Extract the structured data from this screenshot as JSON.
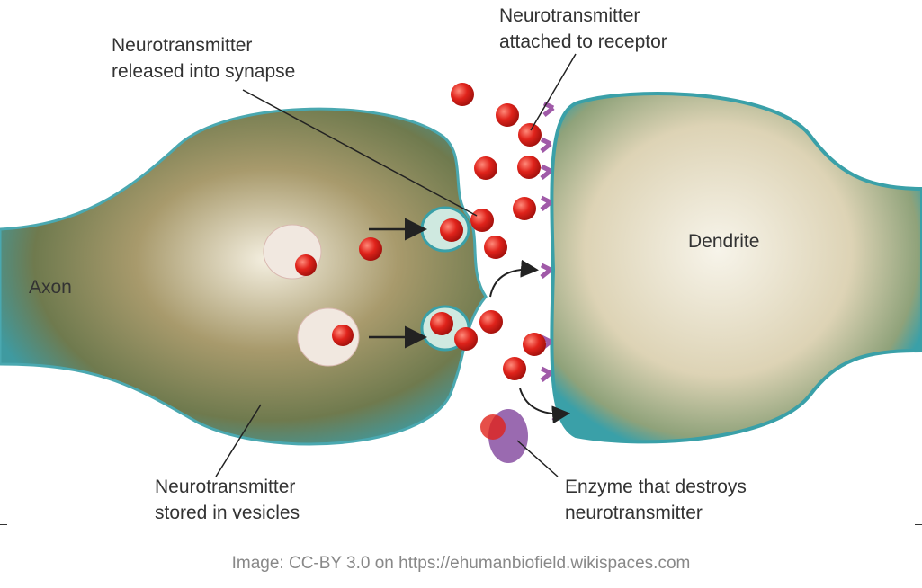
{
  "labels": {
    "released": [
      "Neurotransmitter",
      "released into synapse"
    ],
    "attached": [
      "Neurotransmitter",
      "attached to receptor"
    ],
    "dendrite": "Dendrite",
    "axon": "Axon",
    "stored": [
      "Neurotransmitter",
      "stored in vesicles"
    ],
    "enzyme": [
      "Enzyme that destroys",
      "neurotransmitter"
    ]
  },
  "caption": "Image: CC-BY 3.0 on  https://ehumanbiofield.wikispaces.com",
  "colors": {
    "neurotransmitter": "#e0231b",
    "receptor": "#a05aa8",
    "enzyme": "#9a6ab0",
    "membrane": "#3aa0a8"
  }
}
